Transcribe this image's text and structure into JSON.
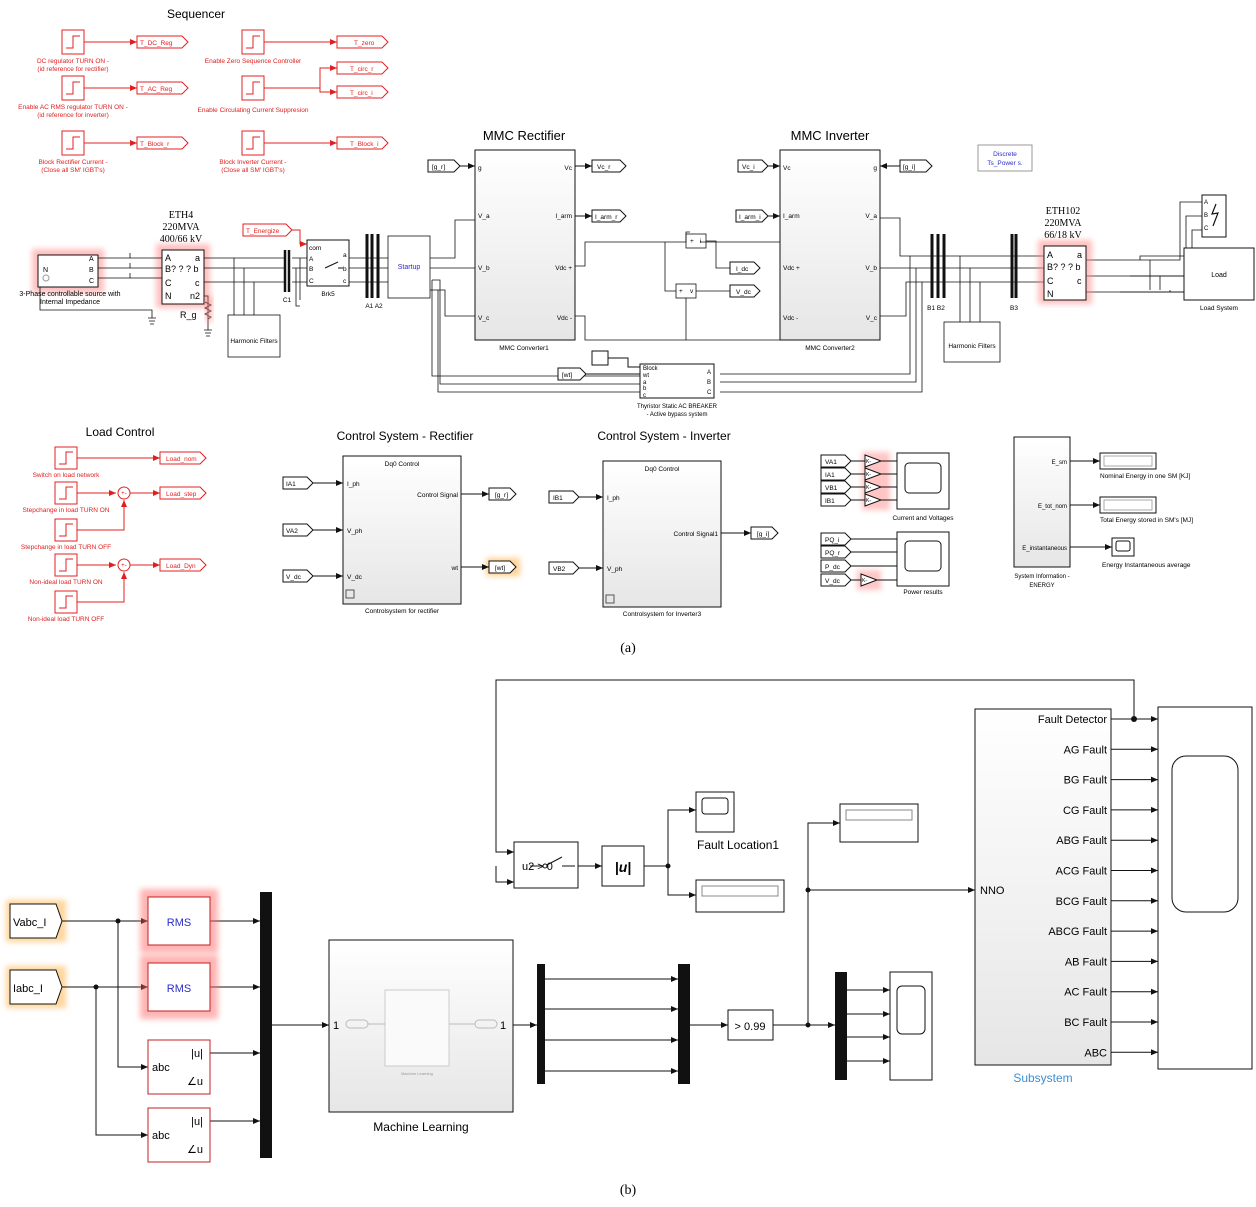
{
  "figure": {
    "caption_a": "(a)",
    "caption_b": "(b)"
  },
  "panel_a": {
    "sequencer": {
      "title": "Sequencer",
      "steps": [
        {
          "label1": "DC regulator TURN ON -",
          "label2": "(id reference for rectifier)",
          "goto": "T_DC_Reg"
        },
        {
          "label1": "Enable AC RMS regulator TURN ON -",
          "label2": "(id reference for inverter)",
          "goto": "T_AC_Reg"
        },
        {
          "label1": "Block Rectifier Current -",
          "label2": "(Close all SM' IGBT's)",
          "goto": "T_Block_r"
        },
        {
          "label1": "Enable Zero Sequence Controller",
          "label2": "",
          "goto": "T_zero"
        },
        {
          "label1": "Enable Circulating Current Suppresion",
          "label2": "",
          "goto": "T_circ_r",
          "goto2": "T_circ_i"
        },
        {
          "label1": "Block Inverter Current -",
          "label2": "(Close all SM' IGBT's)",
          "goto": "T_Block_i"
        }
      ]
    },
    "source": {
      "label1": "3-Phase controllable source with",
      "label2": "Internal Impedance",
      "ports": [
        "A",
        "B",
        "C"
      ],
      "n": "N"
    },
    "transformer_left": {
      "name": "ETH4",
      "rating": "220MVA",
      "voltage": "400/66 kV",
      "ports_left": [
        "A",
        "B",
        "C",
        "N"
      ],
      "ports_right": [
        "a",
        "b",
        "c",
        "n2"
      ],
      "mid": "B? ? ? b",
      "ground_label": "R_g"
    },
    "energize": "T_Energize",
    "breaker": {
      "name": "Brk5",
      "com": "com",
      "ports": [
        "A",
        "B",
        "C"
      ],
      "out": [
        "a",
        "b",
        "c"
      ]
    },
    "bus_labels": {
      "c1": "C1",
      "a1a2": "A1 A2",
      "b1b2": "B1 B2",
      "b3": "B3"
    },
    "startup": "Startup",
    "harmonic_filters": "Harmonic Filters",
    "rectifier": {
      "title": "MMC Rectifier",
      "name": "MMC Converter1",
      "in": [
        "g",
        "V_a",
        "V_b",
        "V_c"
      ],
      "out": [
        "Vc",
        "I_arm",
        "Vdc +",
        "Vdc -"
      ],
      "from_g": "[g_r]",
      "goto_vc": "Vc_r",
      "goto_iarm": "I_arm_r"
    },
    "inverter": {
      "title": "MMC Inverter",
      "name": "MMC Converter2",
      "in": [
        "Vc",
        "I_arm",
        "Vdc +",
        "Vdc -"
      ],
      "out": [
        "g",
        "V_a",
        "V_b",
        "V_c"
      ],
      "from_g": "[g_i]",
      "from_vc": "Vc_i",
      "from_iarm": "I_arm_i"
    },
    "dc_meas": {
      "idc": "I_dc",
      "vdc": "V_dc",
      "plus": "+",
      "minus": "-",
      "i": "i",
      "v": "v"
    },
    "discrete": {
      "line1": "Discrete",
      "line2": "Ts_Power s."
    },
    "transformer_right": {
      "name": "ETH102",
      "rating": "220MVA",
      "voltage": "66/18 kV",
      "ports_left": [
        "A",
        "B",
        "C",
        "N"
      ],
      "ports_right": [
        "a",
        "b",
        "c"
      ],
      "mid": "B? ? ? b"
    },
    "fault_block": {
      "ports": [
        "A",
        "B",
        "C"
      ]
    },
    "load": {
      "label": "Load",
      "name": "Load System"
    },
    "thyristor": {
      "name1": "Thyristor Static AC BREAKER",
      "name2": "- Active bypass system",
      "in": [
        "Block",
        "wt",
        "a",
        "b",
        "c"
      ],
      "out": [
        "A",
        "B",
        "C"
      ],
      "from_wt": "[wt]"
    },
    "load_control": {
      "title": "Load Control",
      "steps": [
        {
          "label": "Switch on load network",
          "goto": "Load_nom"
        },
        {
          "label": "Stepchange in load TURN ON",
          "goto": "Load_step"
        },
        {
          "label": "Stepchange in load TURN OFF",
          "goto": ""
        },
        {
          "label": "Non-ideal load TURN ON",
          "goto": "Load_Dyn"
        },
        {
          "label": "Non-ideal load TURN OFF",
          "goto": ""
        }
      ],
      "sum_signs": "+-"
    },
    "ctrl_rect": {
      "title": "Control System - Rectifier",
      "block": "Dq0 Control",
      "name": "Controlsystem for rectifier",
      "in_ports": [
        "I_ph",
        "V_ph",
        "V_dc"
      ],
      "out_ports": [
        "Control Signal",
        "wt"
      ],
      "froms": [
        "IA1",
        "VA2",
        "V_dc"
      ],
      "gotos": [
        "[g_r]",
        "[wt]"
      ]
    },
    "ctrl_inv": {
      "title": "Control System - Inverter",
      "block": "Dq0 Control",
      "name": "Controlsystem for Inverter3",
      "in_ports": [
        "I_ph",
        "V_ph"
      ],
      "out_ports": [
        "Control Signal1"
      ],
      "froms": [
        "IB1",
        "VB2"
      ],
      "gotos": [
        "[g_i]"
      ]
    },
    "scope_cv": {
      "inputs": [
        "VA1",
        "IA1",
        "VB1",
        "IB1"
      ],
      "name": "Current and Voltages",
      "gain": "K-"
    },
    "scope_pw": {
      "inputs": [
        "PQ_i",
        "PQ_r",
        "P_dc",
        "V_dc"
      ],
      "name": "Power results",
      "gain": "K-"
    },
    "sysinfo": {
      "name1": "System Information -",
      "name2": "ENERGY",
      "ports": [
        "E_sm",
        "E_tot_nom",
        "E_instantaneous"
      ],
      "displays": [
        "Nominal Energy in one SM [KJ]",
        "Total Energy stored in SM's [MJ]",
        "Energy Instantaneous average"
      ]
    }
  },
  "panel_b": {
    "inputs": [
      "Vabc_I",
      "Iabc_I"
    ],
    "rms": "RMS",
    "abc": "abc",
    "mag": "|u|",
    "ang": "∠u",
    "ml": {
      "name": "Machine Learning",
      "in": "1",
      "out": "1",
      "inner": "Machine Learning"
    },
    "threshold": "> 0.99",
    "switch": "u2 > 0",
    "absu": "|u|",
    "fault_location": "Fault Location1",
    "subsystem": {
      "name": "Subsystem",
      "in": "NNO",
      "outputs": [
        "Fault Detector",
        "AG Fault",
        "BG Fault",
        "CG Fault",
        "ABG Fault",
        "ACG Fault",
        "BCG Fault",
        "ABCG Fault",
        "AB Fault",
        "AC Fault",
        "BC Fault",
        "ABC"
      ]
    }
  },
  "colors": {
    "red": "#e02020",
    "black": "#111111",
    "blue": "#2c2ccc",
    "sub": "#3a8fd6"
  }
}
